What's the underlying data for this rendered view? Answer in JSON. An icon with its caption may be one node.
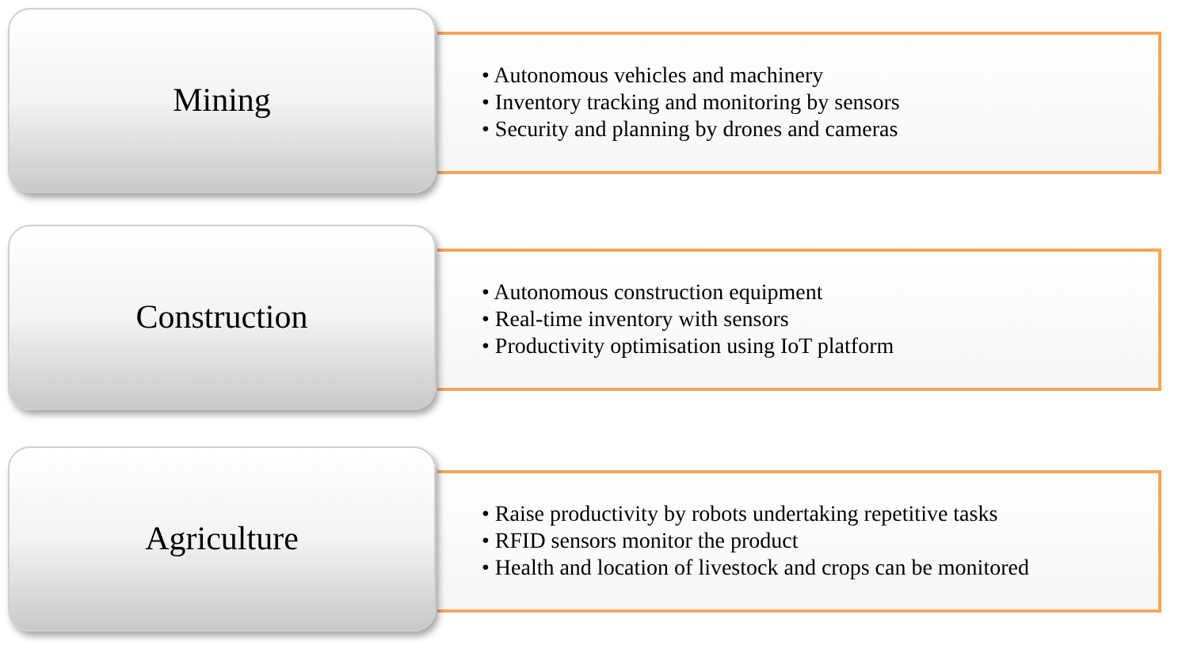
{
  "diagram": {
    "nodes": [
      {
        "text": [
          "Mining"
        ]
      },
      {
        "text": [
          "• Autonomous vehicles and machinery",
          "• Inventory tracking and monitoring by sensors",
          "• Security and planning by drones and cameras"
        ]
      },
      {
        "text": [
          "Construction"
        ]
      },
      {
        "text": [
          "• Autonomous construction equipment",
          "• Real-time inventory with sensors",
          "• Productivity optimisation using IoT platform"
        ]
      },
      {
        "text": [
          "Agriculture"
        ]
      },
      {
        "text": [
          "• Raise productivity by robots undertaking repetitive tasks",
          "• RFID sensors monitor the product",
          "• Health and location of livestock and crops can be monitored"
        ]
      }
    ]
  }
}
